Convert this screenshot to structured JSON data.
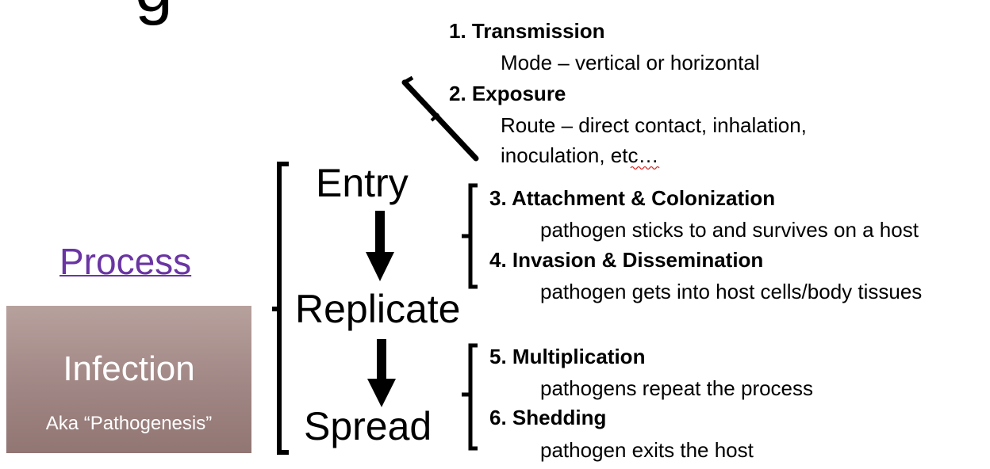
{
  "title_fragment": "g",
  "process_label": "Process",
  "infection": {
    "title": "Infection",
    "aka": "Aka “Pathogenesis”",
    "gradient": [
      "#b7a19d",
      "#917673"
    ]
  },
  "stages": [
    "Entry",
    "Replicate",
    "Spread"
  ],
  "steps": [
    {
      "heading": "1. Transmission",
      "detail": [
        "Mode – vertical or horizontal"
      ]
    },
    {
      "heading": "2. Exposure",
      "detail": [
        "Route – direct contact, inhalation,",
        "inoculation, etc…"
      ]
    },
    {
      "heading": "3. Attachment & Colonization",
      "detail": [
        "pathogen sticks to and survives on a host"
      ]
    },
    {
      "heading": "4. Invasion & Dissemination",
      "detail": [
        "pathogen gets into host cells/body tissues"
      ]
    },
    {
      "heading": "5. Multiplication",
      "detail": [
        "pathogens repeat the process"
      ]
    },
    {
      "heading": "6. Shedding",
      "detail": [
        "pathogen exits the host"
      ]
    }
  ],
  "colors": {
    "process_link": "#6a35a3",
    "spellcheck": "#d0312d"
  }
}
